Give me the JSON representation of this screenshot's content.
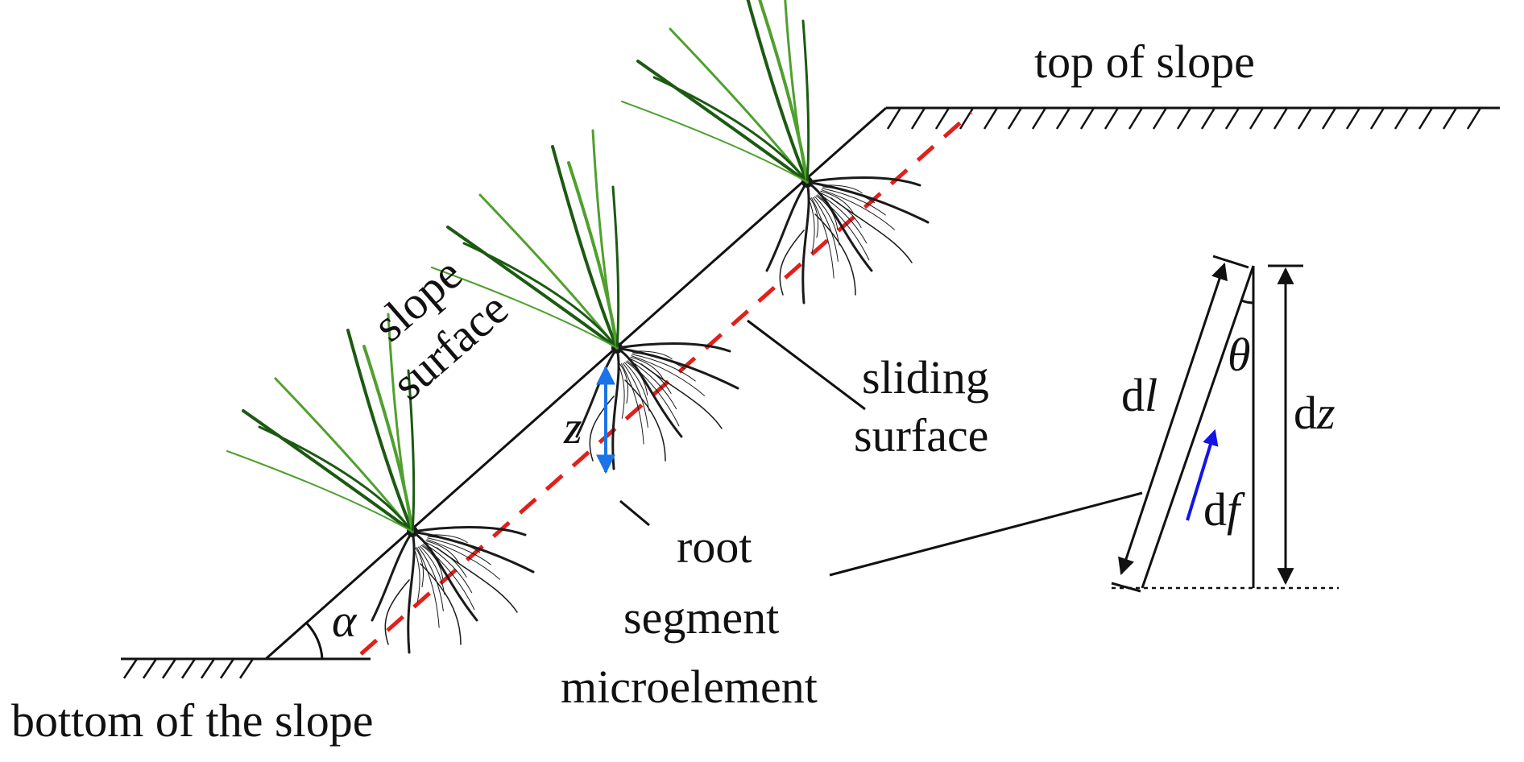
{
  "labels": {
    "top": "top of slope",
    "bottom": "bottom of the slope",
    "slope_line1": "slope",
    "slope_line2": "surface",
    "sliding_line1": "sliding",
    "sliding_line2": "surface",
    "root_line1": "root",
    "root_line2": "segment",
    "root_line3": "microelement",
    "alpha": "α",
    "z": "z",
    "theta": "θ",
    "dl_d": "d",
    "dl_var": "l",
    "dz_d": "d",
    "dz_var": "z",
    "df_d": "d",
    "df_var": "f"
  },
  "colors": {
    "sliding_surface": "#e0201b",
    "depth_arrow": "#1a73e8",
    "force_arrow": "#1414e6",
    "grass_dark": "#1c5a12",
    "grass_light": "#4fa02e",
    "roots": "#1a1a1a"
  },
  "icons": [
    "grass-plant-icon",
    "root-system-icon"
  ]
}
